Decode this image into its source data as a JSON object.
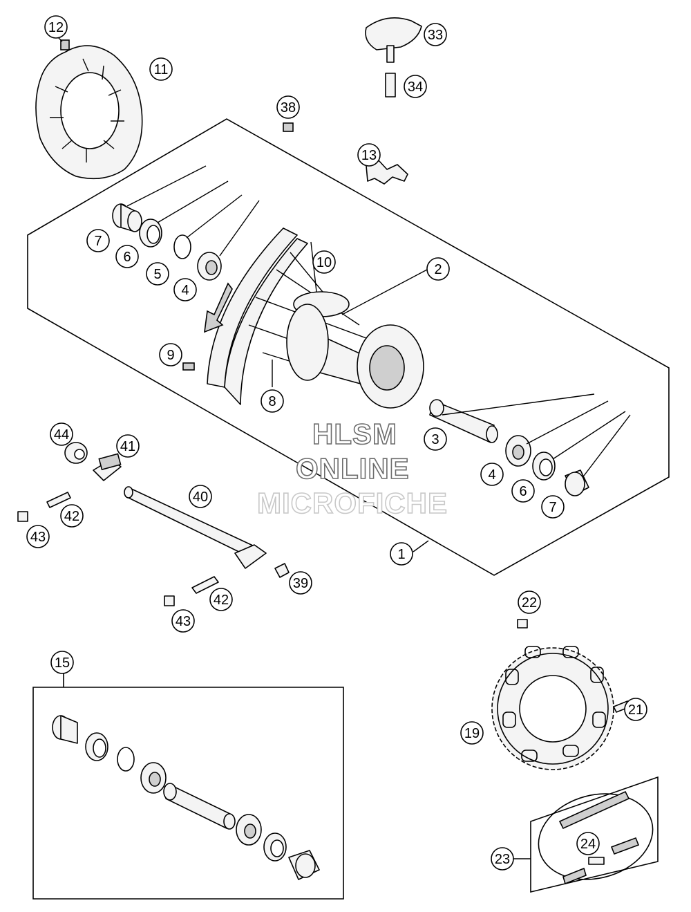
{
  "watermark": {
    "line1": "HLSM",
    "line2": "ONLINE",
    "line3": "MICROFICHE"
  },
  "callouts": {
    "c12": "12",
    "c11": "11",
    "c33": "33",
    "c34": "34",
    "c38": "38",
    "c13": "13",
    "c7a": "7",
    "c6a": "6",
    "c5": "5",
    "c4a": "4",
    "c10": "10",
    "c2": "2",
    "c9": "9",
    "c8": "8",
    "c3": "3",
    "c4b": "4",
    "c6b": "6",
    "c7b": "7",
    "c1": "1",
    "c44": "44",
    "c41": "41",
    "c40": "40",
    "c42a": "42",
    "c43a": "43",
    "c39": "39",
    "c42b": "42",
    "c43b": "43",
    "c22": "22",
    "c21": "21",
    "c19": "19",
    "c15": "15",
    "c24": "24",
    "c23": "23"
  }
}
